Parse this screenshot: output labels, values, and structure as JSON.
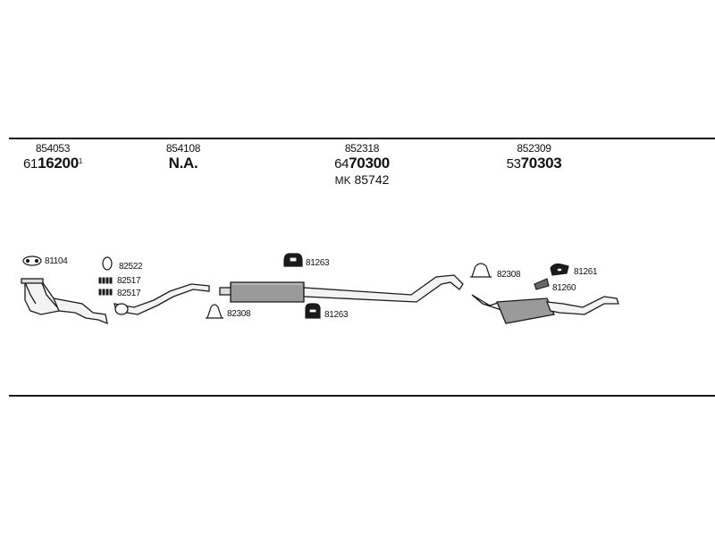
{
  "groups": [
    {
      "catalog": "854053",
      "prefix": "61",
      "code": "16200",
      "suffix": "1"
    },
    {
      "catalog": "854108",
      "prefix": "",
      "code": "N.A.",
      "suffix": ""
    },
    {
      "catalog": "852318",
      "prefix": "64",
      "code": "70300",
      "suffix": "",
      "mk_prefix": "MK",
      "mk_code": "85742"
    },
    {
      "catalog": "852309",
      "prefix": "53",
      "code": "70303",
      "suffix": ""
    }
  ],
  "parts": {
    "gasket": "81104",
    "clamp_ring": "82522",
    "bolt_a": "82517",
    "bolt_b": "82517",
    "clamp_front": "82308",
    "hanger_top": "81263",
    "hanger_bottom": "81263",
    "clamp_rear": "82308",
    "rubber_mount": "81261",
    "bracket": "81260"
  },
  "colors": {
    "line": "#1a1a1a",
    "part_fill": "#9a9a9a",
    "part_dark": "#555555"
  }
}
